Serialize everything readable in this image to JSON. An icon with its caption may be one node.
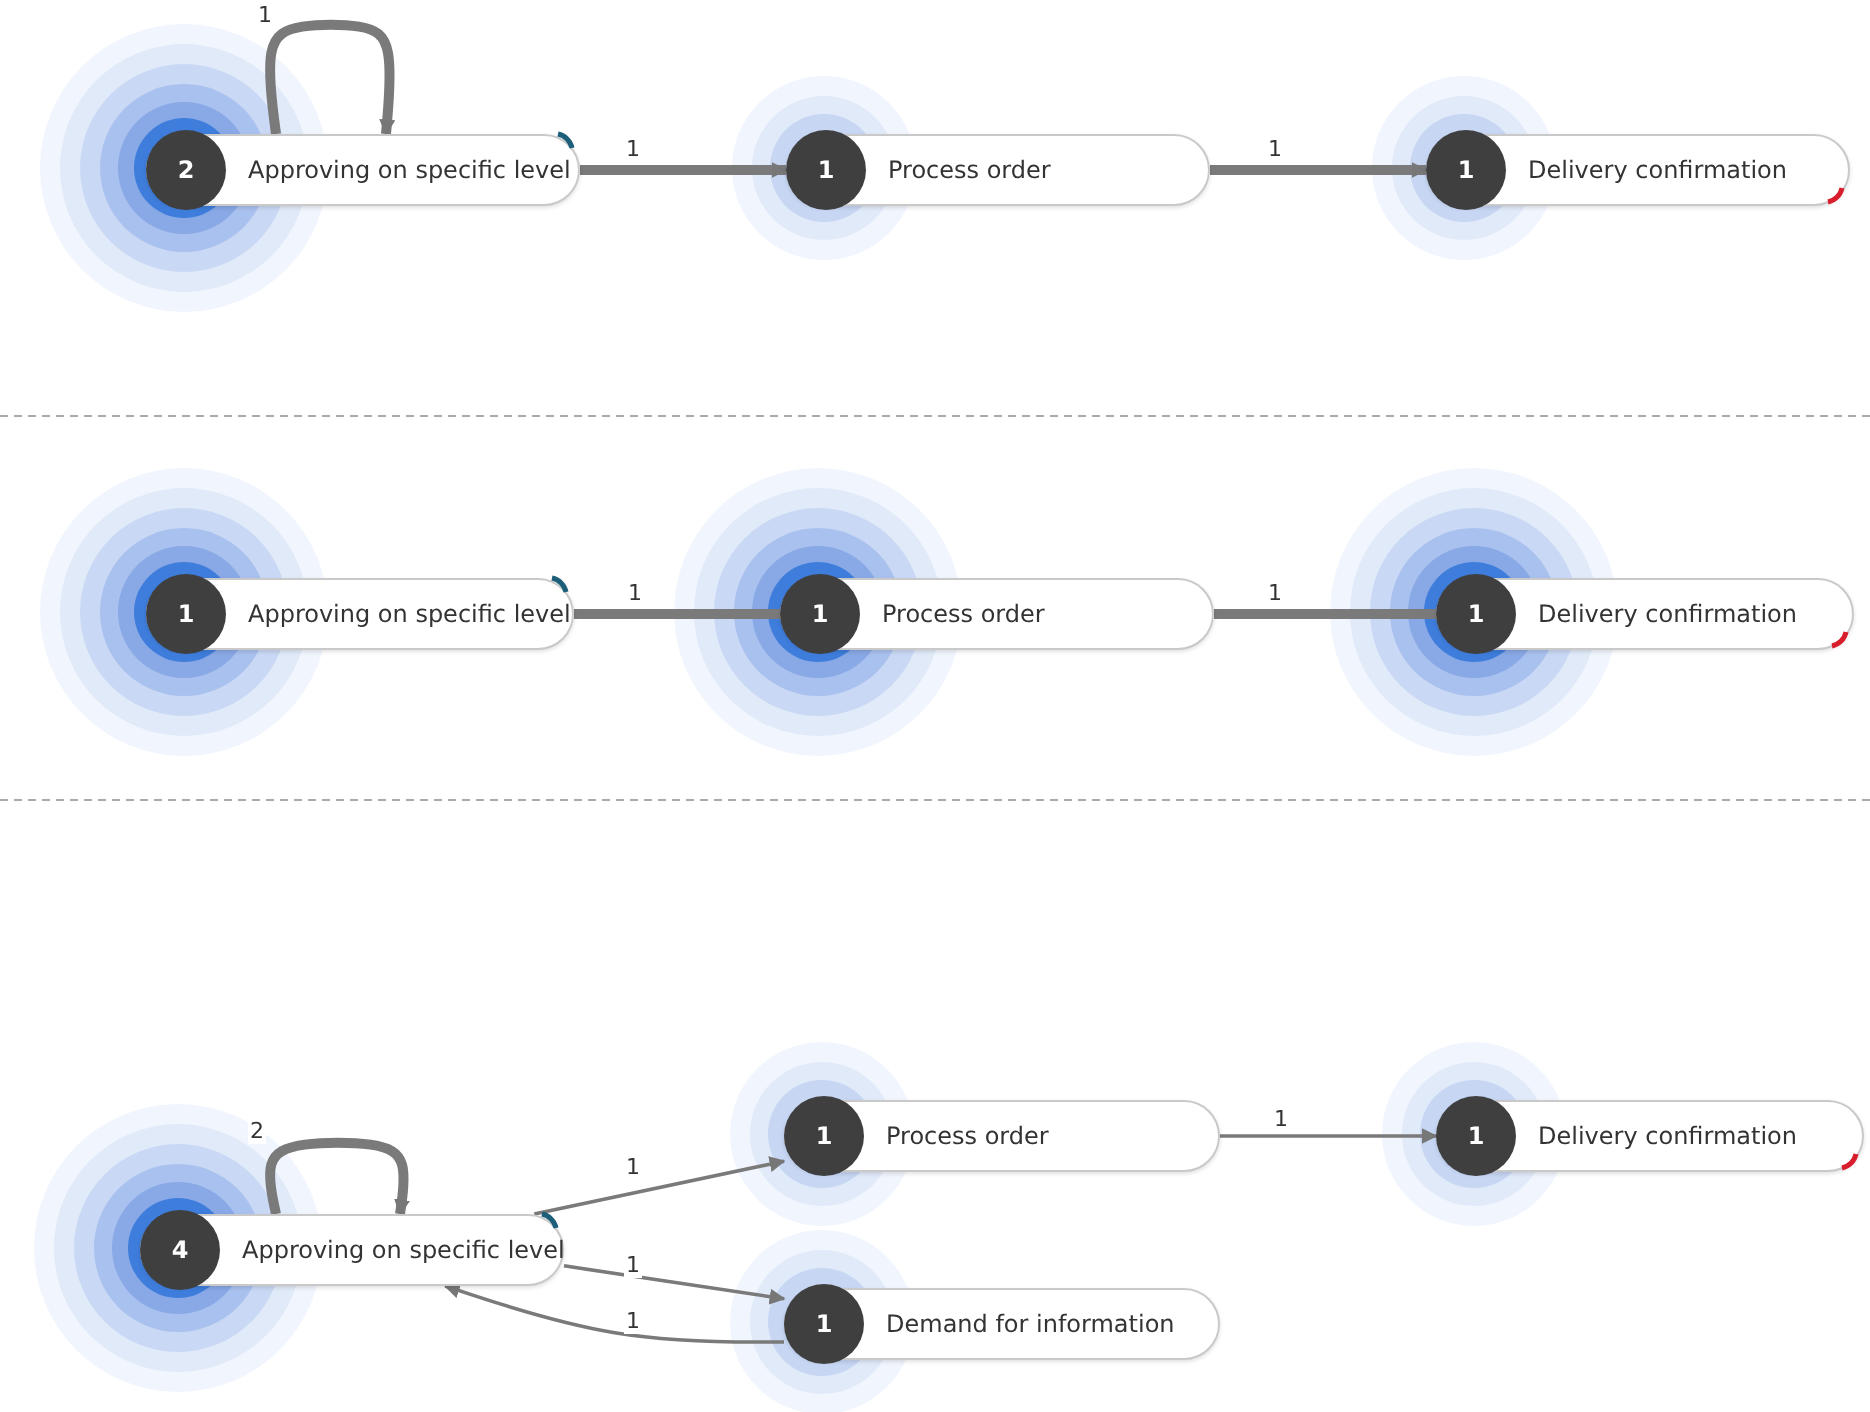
{
  "diagram": {
    "nodes": [
      {
        "text": [
          "2",
          "Approving on specific level"
        ]
      },
      {
        "text": [
          "1",
          "Process order"
        ]
      },
      {
        "text": [
          "1",
          "Delivery confirmation"
        ]
      },
      {
        "text": [
          "1",
          "Approving on specific level"
        ]
      },
      {
        "text": [
          "1",
          "Process order"
        ]
      },
      {
        "text": [
          "1",
          "Delivery confirmation"
        ]
      },
      {
        "text": [
          "4",
          "Approving on specific level"
        ]
      },
      {
        "text": [
          "1",
          "Process order"
        ]
      },
      {
        "text": [
          "1",
          "Delivery confirmation"
        ]
      },
      {
        "text": [
          "1",
          "Demand for information"
        ]
      }
    ],
    "edges": [
      {
        "from": 0,
        "to": 0,
        "arrow": "to",
        "label": "1"
      },
      {
        "from": 0,
        "to": 1,
        "arrow": "to",
        "label": "1"
      },
      {
        "from": 1,
        "to": 2,
        "arrow": "to",
        "label": "1"
      },
      {
        "from": 3,
        "to": 4,
        "arrow": "none",
        "label": "1"
      },
      {
        "from": 4,
        "to": 5,
        "arrow": "none",
        "label": "1"
      },
      {
        "from": 6,
        "to": 6,
        "arrow": "to",
        "label": "2"
      },
      {
        "from": 6,
        "to": 7,
        "arrow": "to",
        "label": "1"
      },
      {
        "from": 6,
        "to": 9,
        "arrow": "to",
        "label": "1"
      },
      {
        "from": 9,
        "to": 6,
        "arrow": "to",
        "label": "1"
      },
      {
        "from": 7,
        "to": 8,
        "arrow": "to",
        "label": "1"
      }
    ]
  }
}
